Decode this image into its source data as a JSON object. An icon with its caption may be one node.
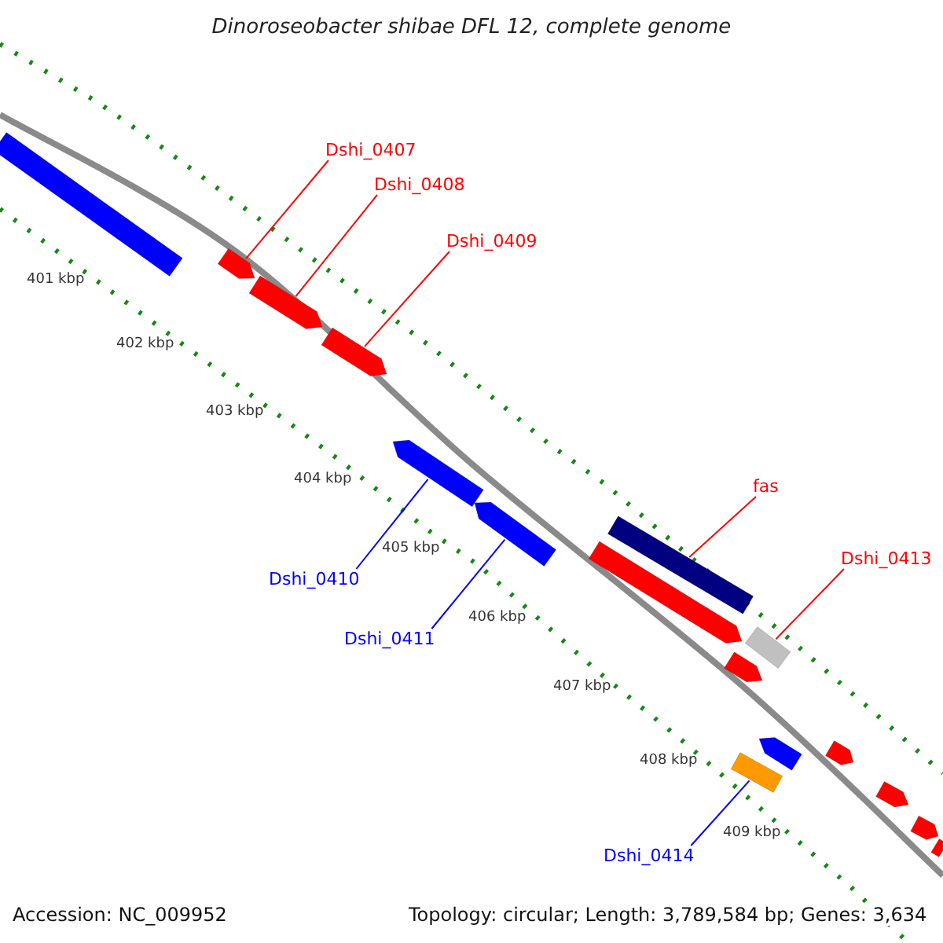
{
  "diagram": {
    "title": "Dinoroseobacter shibae DFL 12, complete genome",
    "nodes": [
      {
        "text": [
          "Dshi_0407"
        ]
      },
      {
        "text": [
          "Dshi_0408"
        ]
      },
      {
        "text": [
          "Dshi_0409"
        ]
      },
      {
        "text": [],
        "shape": "bar"
      },
      {
        "text": [],
        "shape": "bar"
      },
      {
        "text": [],
        "shape": "bar"
      },
      {
        "text": [],
        "shape": "bar"
      },
      {
        "text": [],
        "shape": "bar"
      },
      {
        "text": [],
        "shape": "bar"
      },
      {
        "text": [
          "Dshi_0410"
        ]
      },
      {
        "text": [
          "Dshi_0411"
        ]
      },
      {
        "text": [
          "fas"
        ]
      },
      {
        "text": [],
        "shape": "bar"
      },
      {
        "text": [],
        "shape": "bar"
      },
      {
        "text": [
          "Dshi_0413"
        ]
      },
      {
        "text": [],
        "shape": "bar"
      },
      {
        "text": [],
        "shape": "bar"
      },
      {
        "text": [],
        "shape": "bar"
      },
      {
        "text": [],
        "shape": "bar"
      },
      {
        "text": [
          "Dshi_0414"
        ]
      },
      {
        "text": [],
        "shape": "bar"
      },
      {
        "text": [],
        "shape": "bar"
      },
      {
        "text": [],
        "shape": "bar"
      },
      {
        "text": [],
        "shape": "bar"
      }
    ],
    "edges": [
      {
        "from": 0,
        "to": 4,
        "arrow": "none"
      },
      {
        "from": 1,
        "to": 5,
        "arrow": "none"
      },
      {
        "from": 2,
        "to": 6,
        "arrow": "none"
      },
      {
        "from": 9,
        "to": 7,
        "arrow": "none",
        "color": "#0000ff"
      },
      {
        "from": 10,
        "to": 8,
        "arrow": "none",
        "color": "#0000ff"
      },
      {
        "from": 11,
        "to": 12,
        "arrow": "none"
      },
      {
        "from": 14,
        "to": 15,
        "arrow": "none"
      },
      {
        "from": 19,
        "to": 18,
        "arrow": "none",
        "color": "#0000ff"
      }
    ],
    "labels": [
      "401 kbp",
      "402 kbp",
      "403 kbp",
      "404 kbp",
      "405 kbp",
      "406 kbp",
      "407 kbp",
      "408 kbp",
      "409 kbp",
      "Accession: NC_009952",
      "Topology: circular; Length: 3,789,584 bp; Genes: 3,634"
    ]
  }
}
